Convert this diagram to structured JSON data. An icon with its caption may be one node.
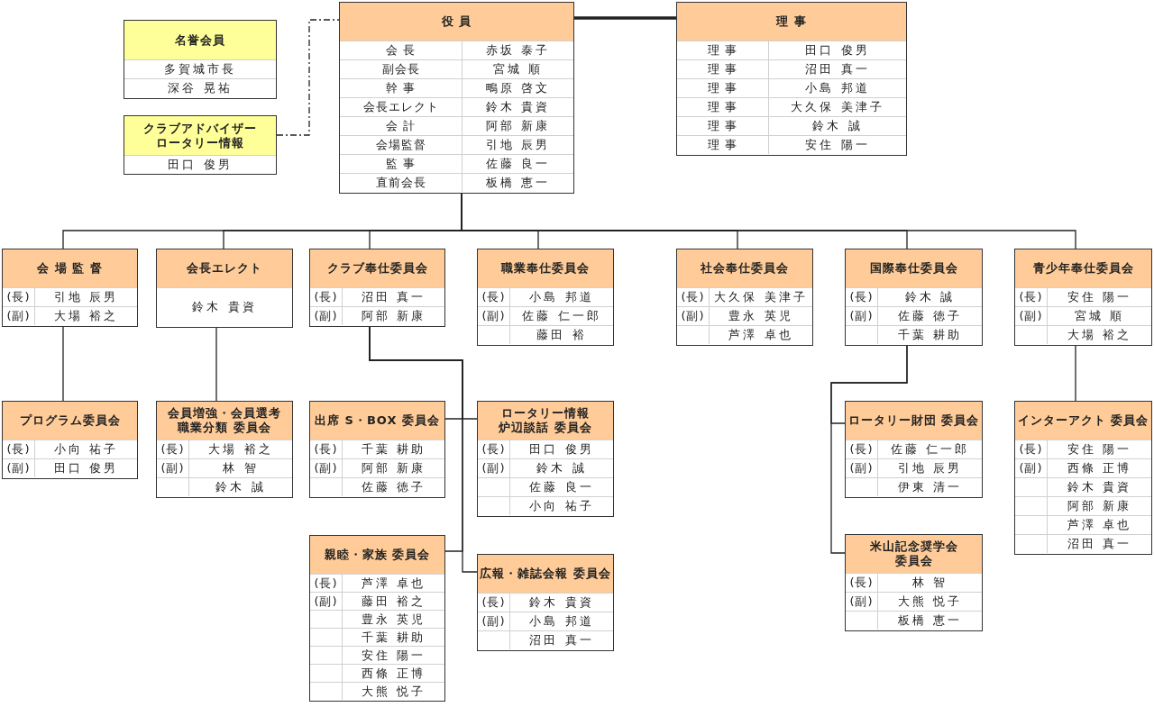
{
  "diagram": {
    "nodes": [
      {
        "text": [
          "名誉会員",
          "多賀城市長",
          "深谷 晃祐"
        ]
      },
      {
        "text": [
          "クラブアドバイザーロータリー情報",
          "田口 俊男"
        ]
      },
      {
        "text": [
          "役 員",
          "会 長",
          "赤坂 泰子",
          "副会長",
          "宮城 順",
          "幹 事",
          "鴫原 啓文",
          "会長エレクト",
          "鈴木 貴資",
          "会 計",
          "阿部 新康",
          "会場監督",
          "引地 辰男",
          "監 事",
          "佐藤 良一",
          "直前会長",
          "板橋 恵一"
        ]
      },
      {
        "text": [
          "理 事",
          "理 事",
          "田口 俊男",
          "理 事",
          "沼田 真一",
          "理 事",
          "小島 邦道",
          "理 事",
          "大久保 美津子",
          "理 事",
          "鈴木 誠",
          "理 事",
          "安住 陽一"
        ]
      },
      {
        "text": [
          "会 場 監 督",
          "(長)",
          "引地 辰男",
          "(副)",
          "大場 裕之"
        ]
      },
      {
        "text": [
          "会長エレクト",
          "鈴木 貴資"
        ]
      },
      {
        "text": [
          "クラブ奉仕委員会",
          "(長)",
          "沼田 真一",
          "(副)",
          "阿部 新康"
        ]
      },
      {
        "text": [
          "職業奉仕委員会",
          "(長)",
          "小島 邦道",
          "(副)",
          "佐藤 仁一郎",
          "藤田 裕"
        ]
      },
      {
        "text": [
          "社会奉仕委員会",
          "(長)",
          "大久保 美津子",
          "(副)",
          "豊永 英児",
          "芦澤 卓也"
        ]
      },
      {
        "text": [
          "国際奉仕委員会",
          "(長)",
          "鈴木 誠",
          "(副)",
          "佐藤 徳子",
          "千葉 耕助"
        ]
      },
      {
        "text": [
          "青少年奉仕委員会",
          "(長)",
          "安住 陽一",
          "(副)",
          "宮城 順",
          "大場 裕之"
        ]
      },
      {
        "text": [
          "プログラム委員会",
          "(長)",
          "小向 祐子",
          "(副)",
          "田口 俊男"
        ]
      },
      {
        "text": [
          "会員増強・会員選考職業分類 委員会",
          "(長)",
          "大場 裕之",
          "(副)",
          "林 智",
          "鈴木 誠"
        ]
      },
      {
        "text": [
          "出席 S・BOX 委員会",
          "(長)",
          "千葉 耕助",
          "(副)",
          "阿部 新康",
          "佐藤 徳子"
        ]
      },
      {
        "text": [
          "ロータリー情報炉辺談話 委員会",
          "(長)",
          "田口 俊男",
          "(副)",
          "鈴木 誠",
          "佐藤 良一",
          "小向 祐子"
        ]
      },
      {
        "text": [
          "親睦・家族 委員会",
          "(長)",
          "芦澤 卓也",
          "(副)",
          "藤田 裕之",
          "豊永 英児",
          "千葉 耕助",
          "安住 陽一",
          "西條 正博",
          "大熊 悦子"
        ]
      },
      {
        "text": [
          "広報・雑誌会報 委員会",
          "(長)",
          "鈴木 貴資",
          "(副)",
          "小島 邦道",
          "沼田 真一"
        ]
      },
      {
        "text": [
          "ロータリー財団 委員会",
          "(長)",
          "佐藤 仁一郎",
          "(副)",
          "引地 辰男",
          "伊東 清一"
        ]
      },
      {
        "text": [
          "米山記念奨学会委員会",
          "(長)",
          "林 智",
          "(副)",
          "大熊 悦子",
          "板橋 恵一"
        ]
      },
      {
        "text": [
          "インターアクト 委員会",
          "(長)",
          "安住 陽一",
          "(副)",
          "西條 正博",
          "鈴木 貴資",
          "阿部 新康",
          "芦澤 卓也",
          "沼田 真一"
        ]
      }
    ],
    "edges": [
      {
        "from": 1,
        "to": 2,
        "arrow": "none",
        "style": "dashed"
      },
      {
        "from": 2,
        "to": 3,
        "arrow": "none",
        "style": "thick"
      },
      {
        "from": 2,
        "to": 4,
        "arrow": "none"
      },
      {
        "from": 2,
        "to": 5,
        "arrow": "none"
      },
      {
        "from": 2,
        "to": 6,
        "arrow": "none"
      },
      {
        "from": 2,
        "to": 7,
        "arrow": "none"
      },
      {
        "from": 2,
        "to": 8,
        "arrow": "none"
      },
      {
        "from": 2,
        "to": 9,
        "arrow": "none"
      },
      {
        "from": 2,
        "to": 10,
        "arrow": "none"
      },
      {
        "from": 4,
        "to": 11,
        "arrow": "none"
      },
      {
        "from": 5,
        "to": 12,
        "arrow": "none"
      },
      {
        "from": 6,
        "to": 13,
        "arrow": "none"
      },
      {
        "from": 6,
        "to": 14,
        "arrow": "none"
      },
      {
        "from": 6,
        "to": 15,
        "arrow": "none"
      },
      {
        "from": 6,
        "to": 16,
        "arrow": "none"
      },
      {
        "from": 9,
        "to": 17,
        "arrow": "none"
      },
      {
        "from": 9,
        "to": 18,
        "arrow": "none"
      },
      {
        "from": 10,
        "to": 19,
        "arrow": "none"
      }
    ]
  }
}
